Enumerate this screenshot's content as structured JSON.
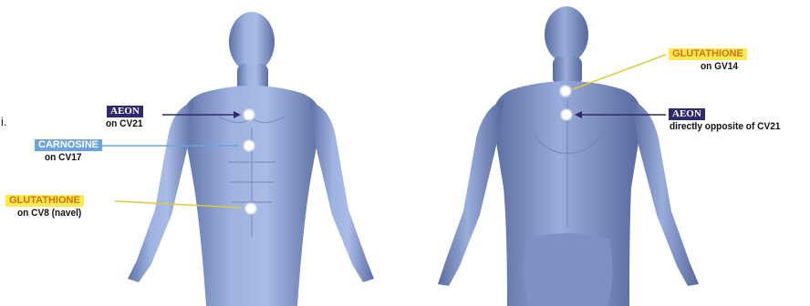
{
  "stray_char": "i.",
  "front": {
    "aeon": {
      "label": "AEON",
      "point": "on CV21"
    },
    "carnosine": {
      "label": "CARNOSINE",
      "point": "on CV17"
    },
    "glutathione": {
      "label": "GLUTATHIONE",
      "point": "on CV8 (navel)"
    }
  },
  "back": {
    "glutathione": {
      "label": "GLUTATHIONE",
      "point": "on GV14"
    },
    "aeon": {
      "label": "AEON",
      "point": "directly opposite of CV21"
    }
  },
  "colors": {
    "aeon_bg": "#2e2a6b",
    "carnosine_bg": "#6ea3dc",
    "glutathione_bg": "#fde94d",
    "glutathione_text": "#c9731c",
    "body": "#8ea3d1",
    "point": "#ffffff"
  }
}
